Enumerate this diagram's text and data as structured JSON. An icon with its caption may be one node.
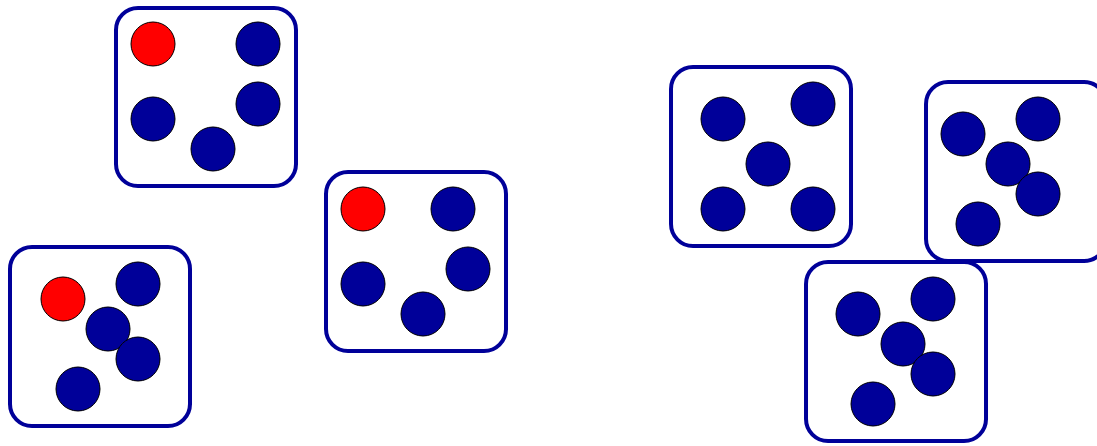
{
  "diagram": {
    "nodes": [
      {
        "text": [],
        "shape": "box"
      },
      {
        "text": [],
        "shape": "circle",
        "in": 0
      },
      {
        "text": [],
        "shape": "circle",
        "in": 0
      },
      {
        "text": [],
        "shape": "circle",
        "in": 0
      },
      {
        "text": [],
        "shape": "circle",
        "in": 0
      },
      {
        "text": [],
        "shape": "circle",
        "in": 0
      },
      {
        "text": [],
        "shape": "box"
      },
      {
        "text": [],
        "shape": "circle",
        "in": 6
      },
      {
        "text": [],
        "shape": "circle",
        "in": 6
      },
      {
        "text": [],
        "shape": "circle",
        "in": 6
      },
      {
        "text": [],
        "shape": "circle",
        "in": 6
      },
      {
        "text": [],
        "shape": "circle",
        "in": 6
      },
      {
        "text": [],
        "shape": "box"
      },
      {
        "text": [],
        "shape": "circle",
        "in": 12
      },
      {
        "text": [],
        "shape": "circle",
        "in": 12
      },
      {
        "text": [],
        "shape": "circle",
        "in": 12
      },
      {
        "text": [],
        "shape": "circle",
        "in": 12
      },
      {
        "text": [],
        "shape": "circle",
        "in": 12
      },
      {
        "text": [],
        "shape": "box"
      },
      {
        "text": [],
        "shape": "circle",
        "in": 18
      },
      {
        "text": [],
        "shape": "circle",
        "in": 18
      },
      {
        "text": [],
        "shape": "circle",
        "in": 18
      },
      {
        "text": [],
        "shape": "circle",
        "in": 18
      },
      {
        "text": [],
        "shape": "circle",
        "in": 18
      },
      {
        "text": [],
        "shape": "box"
      },
      {
        "text": [],
        "shape": "circle",
        "in": 24
      },
      {
        "text": [],
        "shape": "circle",
        "in": 24
      },
      {
        "text": [],
        "shape": "circle",
        "in": 24
      },
      {
        "text": [],
        "shape": "circle",
        "in": 24
      },
      {
        "text": [],
        "shape": "circle",
        "in": 24
      },
      {
        "text": [],
        "shape": "box"
      },
      {
        "text": [],
        "shape": "circle",
        "in": 30
      },
      {
        "text": [],
        "shape": "circle",
        "in": 30
      },
      {
        "text": [],
        "shape": "circle",
        "in": 30
      },
      {
        "text": [],
        "shape": "circle",
        "in": 30
      },
      {
        "text": [],
        "shape": "circle",
        "in": 30
      }
    ]
  }
}
